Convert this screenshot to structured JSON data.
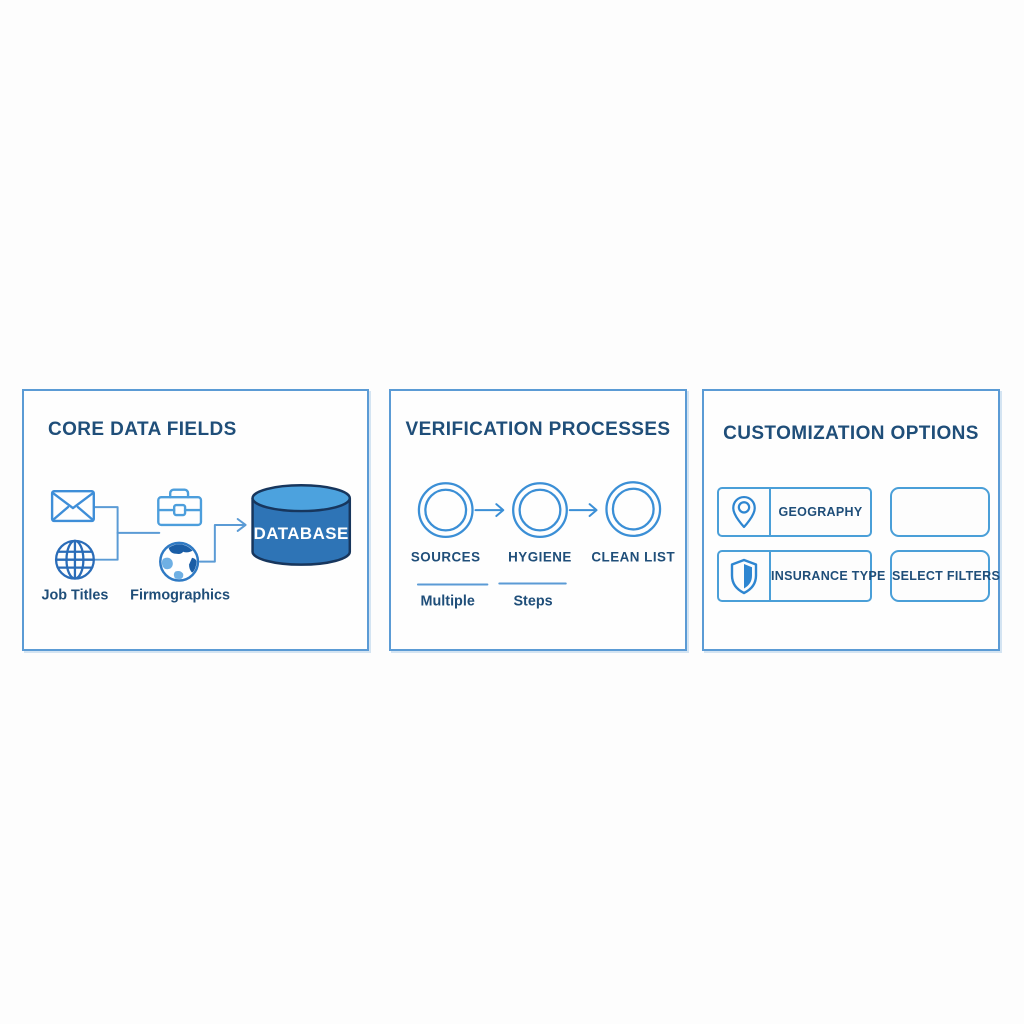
{
  "colors": {
    "background": "#fdfdfd",
    "panel_border": "#5b9bd5",
    "title_text": "#1f4e79",
    "label_text": "#1f4e79",
    "icon_blue": "#2e86d1",
    "connector_blue": "#5b9bd5",
    "database_body": "#2e74b6",
    "database_top": "#4ca2de",
    "database_outline": "#17365d",
    "option_box_border": "#4a9fd8"
  },
  "core_panel": {
    "title": "CORE DATA FIELDS",
    "icons": [
      {
        "name": "envelope-icon"
      },
      {
        "name": "globe-icon"
      },
      {
        "name": "briefcase-icon"
      },
      {
        "name": "earth-icon"
      }
    ],
    "job_titles_label": "Job Titles",
    "firmographics_label": "Firmographics",
    "database_label": "DATABASE"
  },
  "verification_panel": {
    "title": "VERIFICATION PROCESSES",
    "steps": [
      {
        "label": "SOURCES",
        "sub_label": "Multiple"
      },
      {
        "label": "HYGIENE",
        "sub_label": "Steps"
      },
      {
        "label": "CLEAN LIST",
        "sub_label": ""
      }
    ]
  },
  "customization_panel": {
    "title": "CUSTOMIZATION OPTIONS",
    "boxes": [
      {
        "icon": "location-pin-icon",
        "label": "GEOGRAPHY"
      },
      {
        "icon": "",
        "label": ""
      },
      {
        "icon": "shield-icon",
        "label": "INSURANCE TYPE"
      },
      {
        "icon": "",
        "label": "SELECT FILTERS"
      }
    ]
  }
}
